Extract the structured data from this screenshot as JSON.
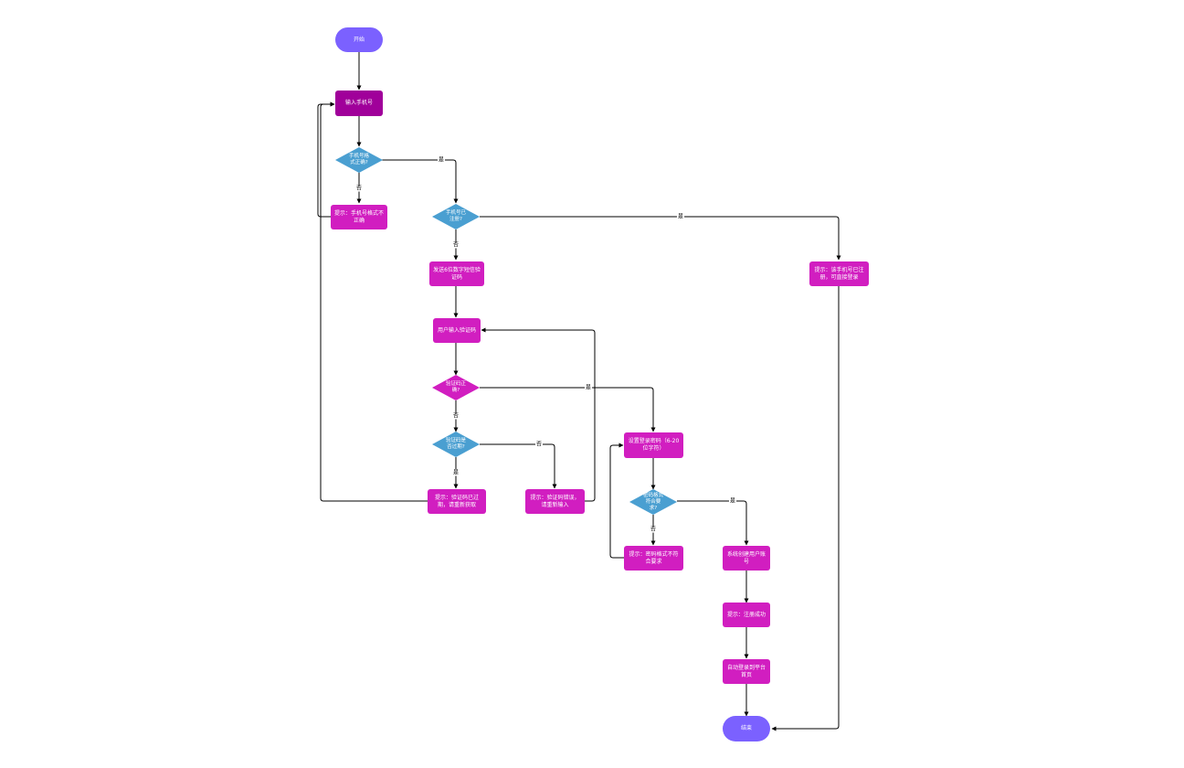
{
  "colors": {
    "terminal": "#7b61ff",
    "process": "#d11ec0",
    "process_dark": "#a0009a",
    "decision_blue": "#4a9fd1",
    "decision_magenta": "#d11ec0",
    "edge": "#000000"
  },
  "nodes": {
    "start": "开始",
    "input_phone": "输入手机号",
    "phone_format_check": "手机号格式正确?",
    "tip_phone_format": "提示：手机号格式不正确",
    "phone_registered_check": "手机号已注册?",
    "tip_already_registered": "提示：该手机号已注册，可直接登录",
    "send_code": "发送6位数字短信验证码",
    "user_input_code": "用户输入验证码",
    "code_correct_check": "验证码正确?",
    "code_expired_check": "验证码是否过期?",
    "tip_code_expired": "提示：验证码已过期，请重新获取",
    "tip_code_wrong": "提示：验证码错误，请重新输入",
    "set_password": "设置登录密码（6-20位字符）",
    "password_check": "密码格式符合要求?",
    "tip_password_format": "提示：密码格式不符合要求",
    "create_account": "系统创建用户账号",
    "tip_register_success": "提示：注册成功",
    "auto_login": "自动登录到平台首页",
    "end": "结束"
  },
  "edge_labels": {
    "format_yes": "是",
    "format_no": "否",
    "registered_yes": "是",
    "registered_no": "否",
    "code_yes": "是",
    "code_no": "否",
    "expired_yes": "是",
    "expired_no": "否",
    "password_yes": "是",
    "password_no": "否"
  }
}
